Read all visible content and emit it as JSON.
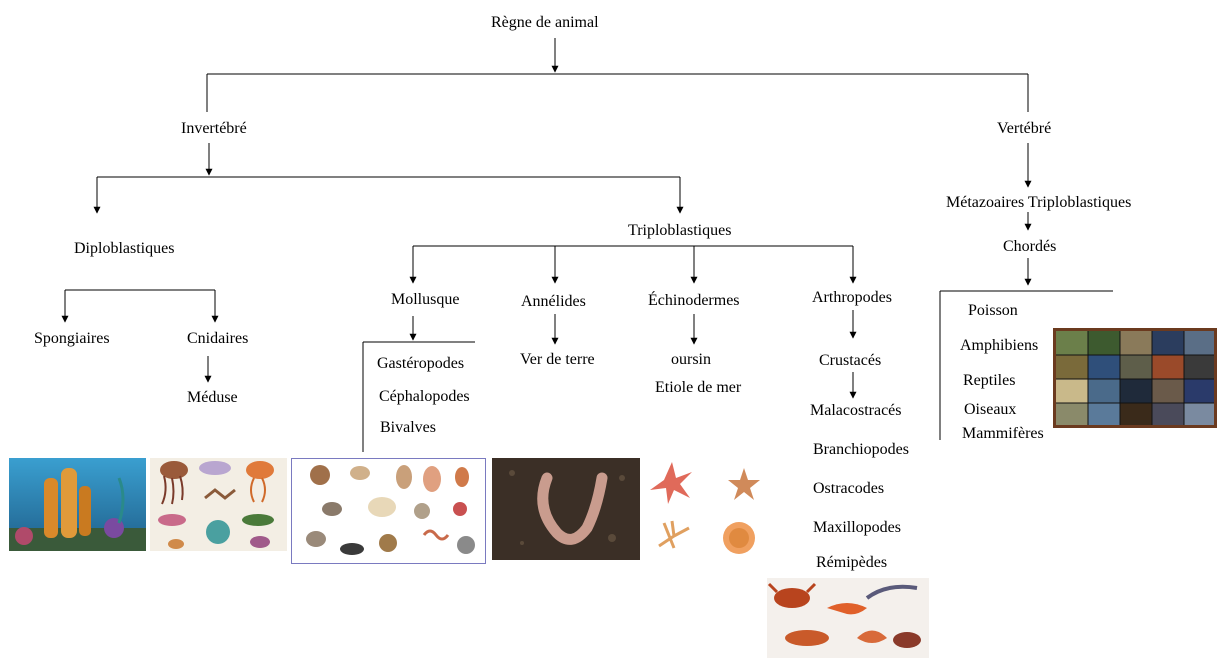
{
  "root": "Règne de animal",
  "invertebre": {
    "label": "Invertébré",
    "diploblastiques": {
      "label": "Diploblastiques",
      "spongiaires": "Spongiaires",
      "cnidaires": "Cnidaires",
      "meduse": "Méduse"
    },
    "triploblastiques": {
      "label": "Triploblastiques",
      "mollusque": {
        "label": "Mollusque",
        "items": [
          "Gastéropodes",
          "Céphalopodes",
          "Bivalves"
        ]
      },
      "annelides": {
        "label": "Annélides",
        "child": "Ver de terre"
      },
      "echinodermes": {
        "label": "Échinodermes",
        "items": [
          "oursin",
          "Etiole de mer"
        ]
      },
      "arthropodes": {
        "label": "Arthropodes",
        "crustaces": "Crustacés",
        "items": [
          "Malacostracés",
          "Branchiopodes",
          "Ostracodes",
          "Maxillopodes",
          "Rémipèdes"
        ]
      }
    }
  },
  "vertebre": {
    "label": "Vertébré",
    "metazoaires": "Métazoaires Triploblastiques",
    "chordes": "Chordés",
    "items": [
      "Poisson",
      "Amphibiens",
      "Reptiles",
      "Oiseaux",
      "Mammifères"
    ]
  },
  "colors": {
    "line": "#000000",
    "sponge_water": "#1f7fb0",
    "sponge_orange": "#d9892a",
    "worm_soil": "#3b2f26",
    "worm_body": "#c99c8e",
    "mosaic_frame": "#6b3a1f"
  }
}
